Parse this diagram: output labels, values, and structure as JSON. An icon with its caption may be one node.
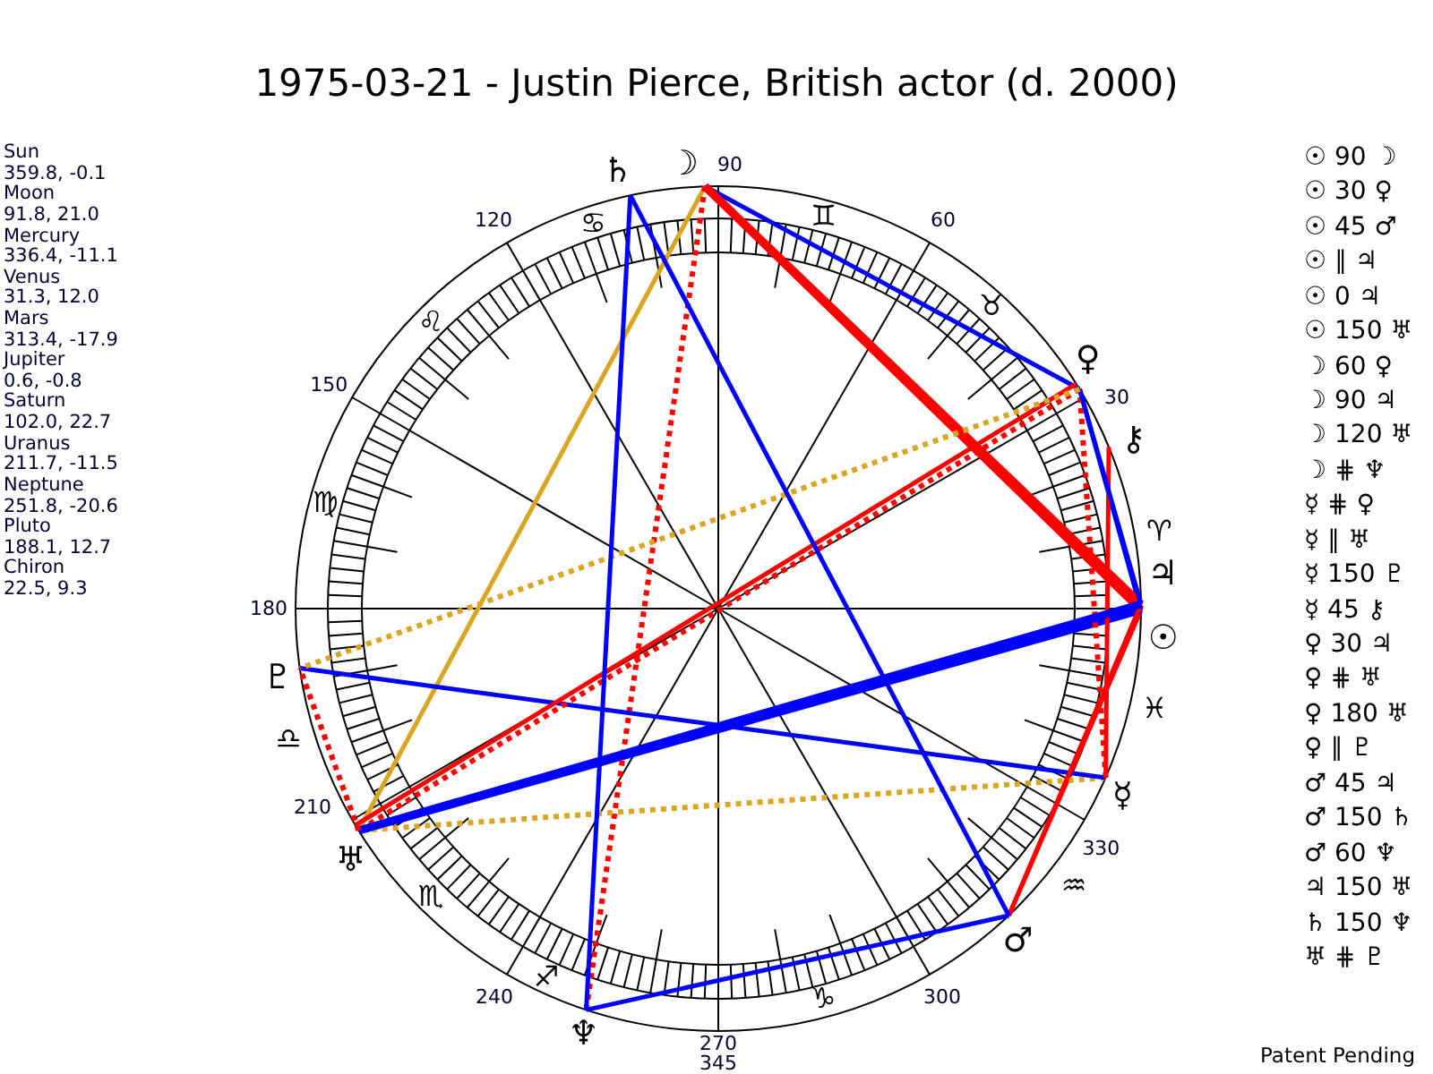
{
  "diagram": {
    "title": "1975-03-21 - Justin Pierce, British actor (d. 2000)",
    "nodes": [
      {
        "text": [
          "♄"
        ]
      },
      {
        "text": [
          "☽"
        ]
      },
      {
        "text": [
          "♀"
        ]
      },
      {
        "text": [
          "⚷"
        ]
      },
      {
        "text": [
          "♃"
        ]
      },
      {
        "text": [
          "☉"
        ]
      },
      {
        "text": [
          "♇"
        ]
      },
      {
        "text": [
          "☿"
        ]
      },
      {
        "text": [
          "♅"
        ]
      },
      {
        "text": [
          "♂"
        ]
      },
      {
        "text": [
          "♆"
        ]
      }
    ],
    "edges": [
      {
        "from": 5,
        "to": 1,
        "arrow": "none",
        "style": "thick",
        "color": "#ff0000"
      },
      {
        "from": 5,
        "to": 2,
        "arrow": "none",
        "color": "#0000ff"
      },
      {
        "from": 5,
        "to": 9,
        "arrow": "none",
        "color": "#ff0000"
      },
      {
        "from": 5,
        "to": 8,
        "arrow": "none",
        "style": "thick",
        "color": "#0000ff"
      },
      {
        "from": 1,
        "to": 2,
        "arrow": "none",
        "color": "#0000ff"
      },
      {
        "from": 1,
        "to": 4,
        "arrow": "none",
        "style": "thick",
        "color": "#ff0000"
      },
      {
        "from": 1,
        "to": 8,
        "arrow": "none",
        "color": "#daa520"
      },
      {
        "from": 1,
        "to": 10,
        "arrow": "none",
        "style": "dashed",
        "color": "#ff0000"
      },
      {
        "from": 7,
        "to": 2,
        "arrow": "none",
        "style": "dashed",
        "color": "#ff0000"
      },
      {
        "from": 7,
        "to": 8,
        "arrow": "none",
        "style": "dashed",
        "color": "#daa520"
      },
      {
        "from": 7,
        "to": 6,
        "arrow": "none",
        "color": "#0000ff"
      },
      {
        "from": 7,
        "to": 3,
        "arrow": "none",
        "color": "#ff0000"
      },
      {
        "from": 2,
        "to": 4,
        "arrow": "none",
        "color": "#0000ff"
      },
      {
        "from": 2,
        "to": 8,
        "arrow": "none",
        "style": "dashed",
        "color": "#ff0000"
      },
      {
        "from": 2,
        "to": 8,
        "arrow": "none",
        "color": "#ff0000"
      },
      {
        "from": 2,
        "to": 6,
        "arrow": "none",
        "style": "dashed",
        "color": "#daa520"
      },
      {
        "from": 9,
        "to": 4,
        "arrow": "none",
        "color": "#ff0000"
      },
      {
        "from": 9,
        "to": 0,
        "arrow": "none",
        "color": "#0000ff"
      },
      {
        "from": 9,
        "to": 10,
        "arrow": "none",
        "color": "#0000ff"
      },
      {
        "from": 4,
        "to": 8,
        "arrow": "none",
        "style": "thick",
        "color": "#0000ff"
      },
      {
        "from": 0,
        "to": 10,
        "arrow": "none",
        "color": "#0000ff"
      },
      {
        "from": 8,
        "to": 6,
        "arrow": "none",
        "style": "dashed",
        "color": "#ff0000"
      }
    ],
    "labels": [
      "Sun",
      "359.8, -0.1",
      "Moon",
      "91.8, 21.0",
      "Mercury",
      "336.4, -11.1",
      "Venus",
      "31.3, 12.0",
      "Mars",
      "313.4, -17.9",
      "Jupiter",
      "0.6, -0.8",
      "Saturn",
      "102.0, 22.7",
      "Uranus",
      "211.7, -11.5",
      "Neptune",
      "251.8, -20.6",
      "Pluto",
      "188.1, 12.7",
      "Chiron",
      "22.5, 9.3",
      "♈",
      "♉",
      "♊",
      "♋",
      "♌",
      "♍",
      "♎",
      "♏",
      "♐",
      "♑",
      "♒",
      "♓",
      "30",
      "60",
      "90",
      "120",
      "150",
      "180",
      "210",
      "240",
      "270",
      "300",
      "330",
      "☉ 90 ☽",
      "☉ 30 ♀",
      "☉ 45 ♂",
      "☉ ∥ ♃",
      "☉ 0 ♃",
      "☉ 150 ♅",
      "☽ 60 ♀",
      "☽ 90 ♃",
      "☽ 120 ♅",
      "☽ ⋕ ♆",
      "☿ ⋕ ♀",
      "☿ ∥ ♅",
      "☿ 150 ♇",
      "☿ 45 ⚷",
      "♀ 30 ♃",
      "♀ ⋕ ♅",
      "♀ 180 ♅",
      "♀ ∥ ♇",
      "♂ 45 ♃",
      "♂ 150 ♄",
      "♂ 60 ♆",
      "♃ 150 ♅",
      "♄ 150 ♆",
      "♅ ⋕ ♇",
      "345",
      "Patent Pending"
    ]
  }
}
